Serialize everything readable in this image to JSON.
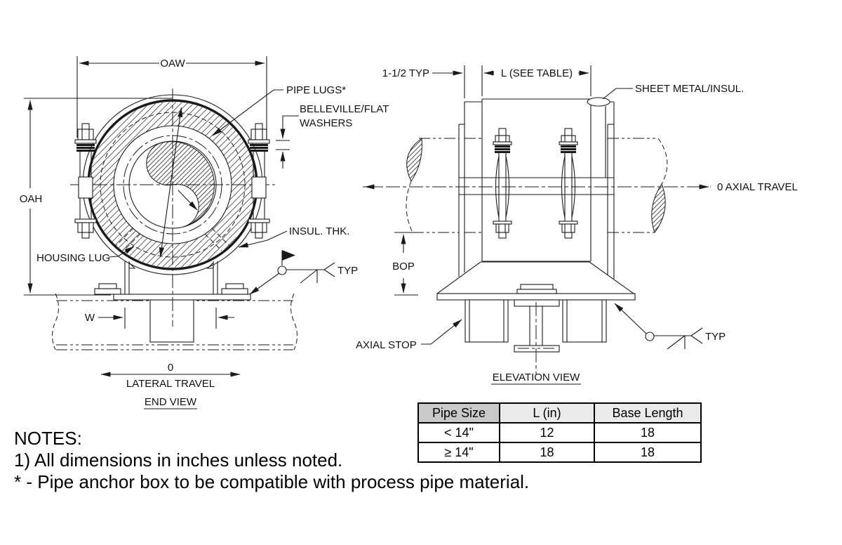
{
  "end_view": {
    "title": "END VIEW",
    "labels": {
      "oaw": "OAW",
      "oah": "OAH",
      "pipe_lugs": "PIPE LUGS*",
      "belleville_line1": "BELLEVILLE/FLAT",
      "belleville_line2": "WASHERS",
      "insul_thk": "INSUL. THK.",
      "housing_lug": "HOUSING LUG",
      "width": "W",
      "travel_value": "0",
      "travel_label": "LATERAL TRAVEL",
      "weld_typ": "TYP"
    }
  },
  "elevation_view": {
    "title": "ELEVATION VIEW",
    "labels": {
      "spacing": "1-1/2 TYP",
      "length": "L (SEE TABLE)",
      "sheet_metal": "SHEET METAL/INSUL.",
      "axial_travel": "0 AXIAL TRAVEL",
      "bop": "BOP",
      "axial_stop": "AXIAL STOP",
      "weld_typ": "TYP"
    }
  },
  "table": {
    "headers": [
      "Pipe Size",
      "L (in)",
      "Base Length"
    ],
    "rows": [
      [
        "< 14\"",
        "12",
        "18"
      ],
      [
        "≥ 14\"",
        "18",
        "18"
      ]
    ]
  },
  "notes": {
    "heading": "NOTES:",
    "items": [
      "1) All dimensions in inches unless noted.",
      "* - Pipe anchor box to be compatible with process pipe material."
    ]
  },
  "colors": {
    "line": "#1a1a1a",
    "table_header_bg": "#c9c9c9",
    "table_header_light_bg": "#eaeaea"
  }
}
